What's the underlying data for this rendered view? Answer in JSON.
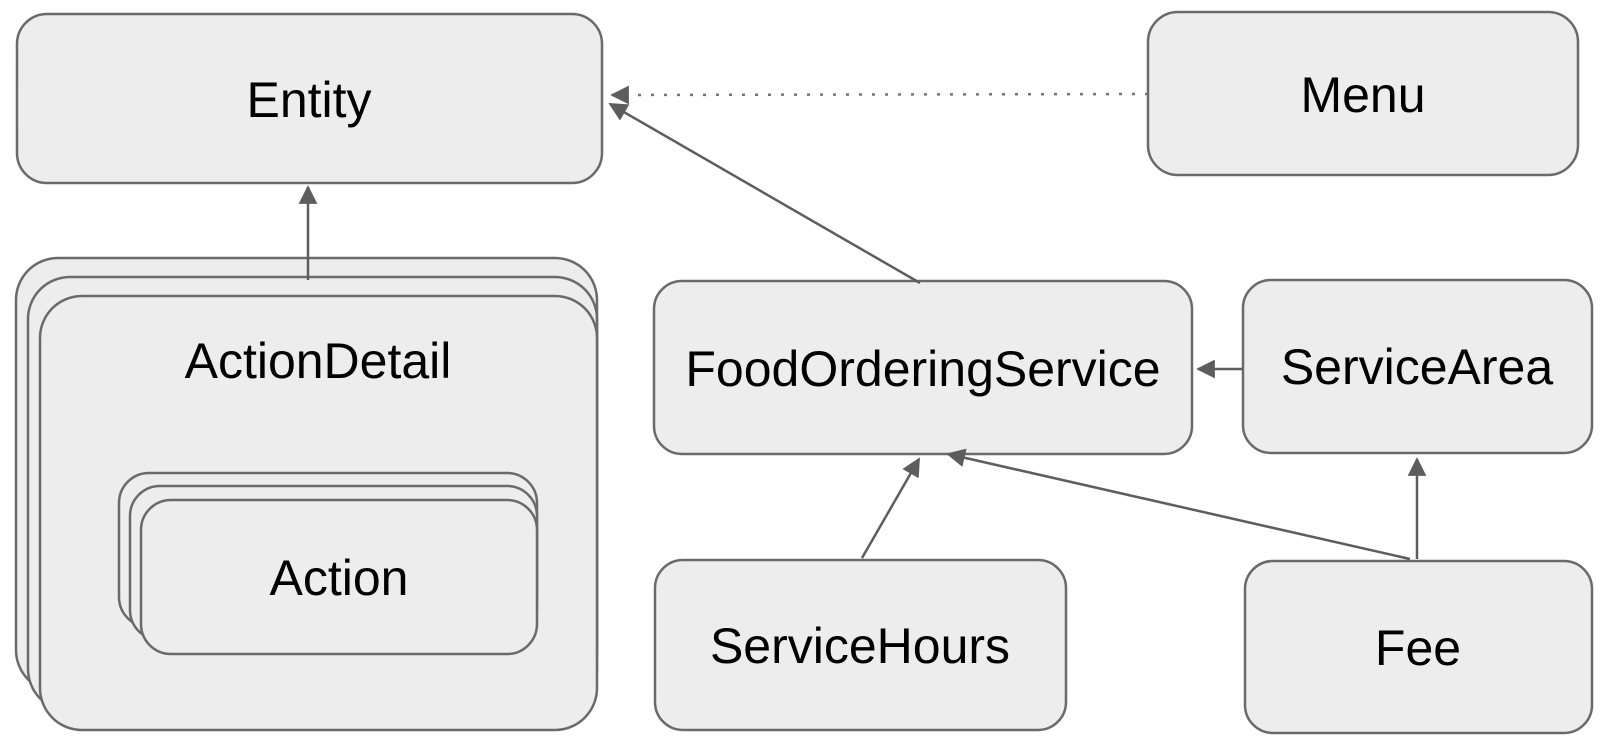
{
  "diagram": {
    "type": "class-diagram",
    "background_color": "#ffffff",
    "node_fill_color": "#ededed",
    "node_border_color": "#6a6a6a",
    "edge_color": "#5d5d5d",
    "text_color": "#000000",
    "nodes": {
      "entity": {
        "label": "Entity",
        "stacked": false
      },
      "menu": {
        "label": "Menu",
        "stacked": false
      },
      "action_detail": {
        "label": "ActionDetail",
        "stacked": true
      },
      "action": {
        "label": "Action",
        "stacked": true,
        "contained_in": "action_detail"
      },
      "food_ordering_service": {
        "label": "FoodOrderingService",
        "stacked": false
      },
      "service_area": {
        "label": "ServiceArea",
        "stacked": false
      },
      "service_hours": {
        "label": "ServiceHours",
        "stacked": false
      },
      "fee": {
        "label": "Fee",
        "stacked": false
      }
    },
    "edges": [
      {
        "from": "action_detail",
        "to": "entity",
        "style": "solid",
        "arrowhead": "filled-triangle"
      },
      {
        "from": "menu",
        "to": "entity",
        "style": "dotted",
        "arrowhead": "filled-triangle"
      },
      {
        "from": "food_ordering_service",
        "to": "entity",
        "style": "solid",
        "arrowhead": "filled-triangle"
      },
      {
        "from": "service_area",
        "to": "food_ordering_service",
        "style": "solid",
        "arrowhead": "filled-triangle"
      },
      {
        "from": "service_hours",
        "to": "food_ordering_service",
        "style": "solid",
        "arrowhead": "filled-triangle"
      },
      {
        "from": "fee",
        "to": "food_ordering_service",
        "style": "solid",
        "arrowhead": "filled-triangle"
      },
      {
        "from": "fee",
        "to": "service_area",
        "style": "solid",
        "arrowhead": "filled-triangle"
      }
    ]
  }
}
